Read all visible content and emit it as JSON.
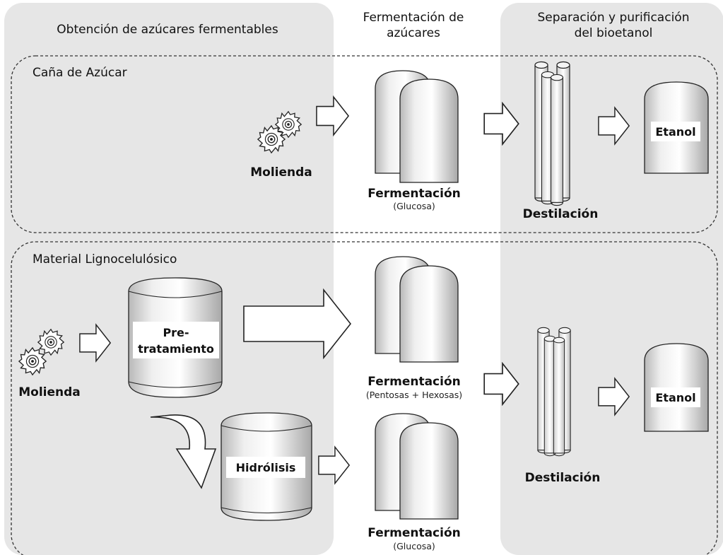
{
  "columns": {
    "sugars": "Obtención de azúcares fermentables",
    "fermentation_line1": "Fermentación de",
    "fermentation_line2": "azúcares",
    "separation_line1": "Separación y purificación",
    "separation_line2": "del bioetanol"
  },
  "sugarcane": {
    "title": "Caña de Azúcar",
    "milling": "Molienda",
    "fermentation": "Fermentación",
    "fermentation_sub": "(Glucosa)",
    "distillation": "Destilación",
    "product": "Etanol"
  },
  "lignocellulosic": {
    "title": "Material Lignocelulósico",
    "milling": "Molienda",
    "pretreatment_line1": "Pre-",
    "pretreatment_line2": "tratamiento",
    "hydrolysis": "Hidrólisis",
    "fermentation_a": "Fermentación",
    "fermentation_a_sub": "(Pentosas + Hexosas)",
    "fermentation_b": "Fermentación",
    "fermentation_b_sub": "(Glucosa)",
    "distillation": "Destilación",
    "product": "Etanol"
  }
}
